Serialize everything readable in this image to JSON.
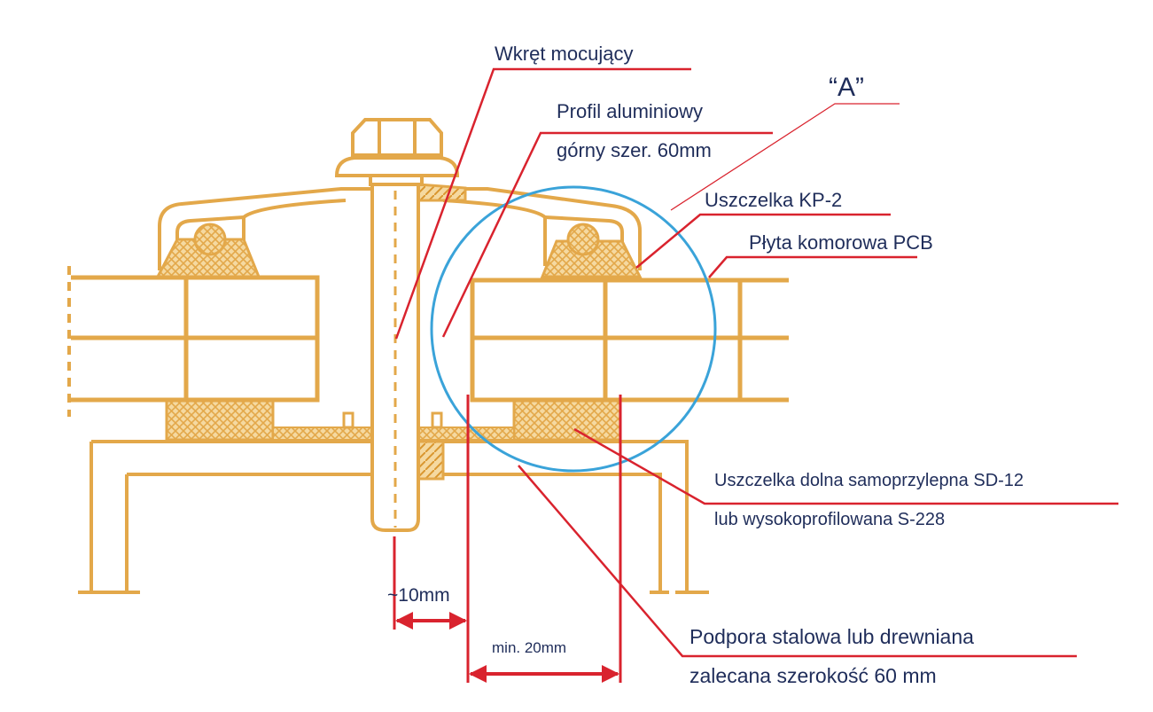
{
  "labels": {
    "screw": "Wkręt mocujący",
    "profile_line1": "Profil aluminiowy",
    "profile_line2": "górny szer. 60mm",
    "detail": "“A”",
    "gasket_top": "Uszczelka KP-2",
    "panel": "Płyta komorowa PCB",
    "gasket_bottom_line1": "Uszczelka dolna samoprzylepna SD-12",
    "gasket_bottom_line2": "lub wysokoprofilowana S-228",
    "support_line1": "Podpora stalowa lub drewniana",
    "support_line2": "zalecana szerokość 60 mm",
    "dim_gap": "~10mm",
    "dim_min": "min. 20mm"
  },
  "colors": {
    "structure": "#e3a84a",
    "leader": "#d9232e",
    "circle": "#3aa3d9",
    "text": "#1f2d5a"
  }
}
